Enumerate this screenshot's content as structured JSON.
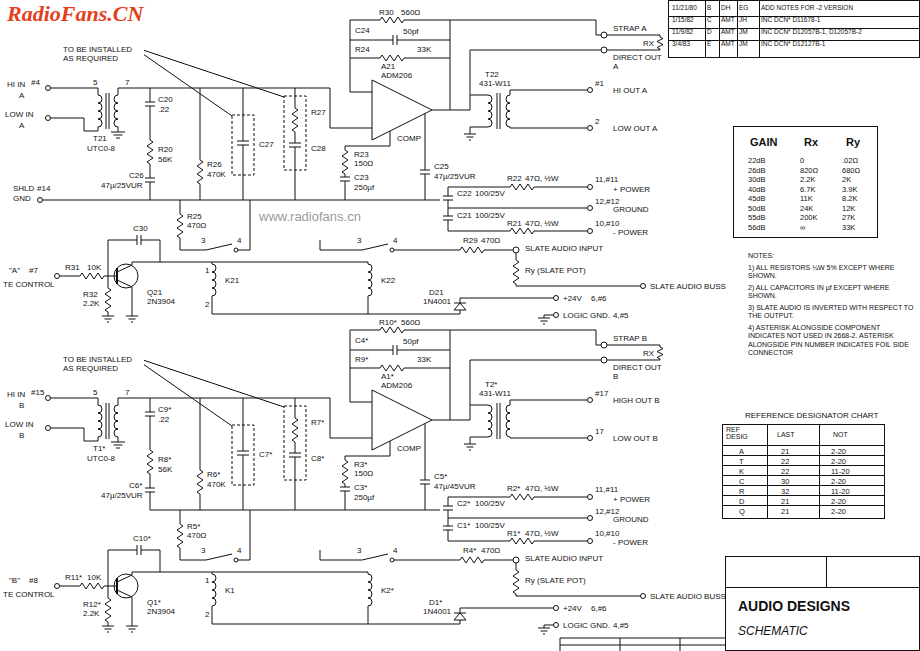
{
  "diagram": {
    "nodes": [
      {
        "text": [
          "11/21/80",
          "B",
          "DH",
          "EG",
          "ADD NOTES FOR -2 VERSION",
          "1/15/82",
          "C",
          "AMT",
          "JH",
          "INC DCN* D11678-1",
          "11/9/82",
          "D",
          "AMT",
          "JM",
          "INC DCN* D12057B-1, D12057B-2",
          "3/4/83",
          "E",
          "AMT",
          "JM",
          "INC DCN* D12127B-1"
        ]
      },
      {
        "text": [
          "GAIN",
          "Rx",
          "Ry",
          "22dB",
          "0",
          ".02Ω",
          "26dB",
          "820Ω",
          "680Ω",
          "30dB",
          "2.2K",
          "2K",
          "40dB",
          "6.7K",
          "3.9K",
          "45dB",
          "11K",
          "8.2K",
          "50dB",
          "24K",
          "12K",
          "55dB",
          "200K",
          "27K",
          "56dB",
          "∞",
          "33K"
        ]
      },
      {
        "text": [
          "REFERENCE DESIGNATOR CHART",
          "REF DESIG",
          "LAST",
          "NOT",
          "A",
          "21",
          "2-20",
          "T",
          "22",
          "2-20",
          "K",
          "22",
          "11-20",
          "C",
          "30",
          "2-20",
          "R",
          "32",
          "11-20",
          "D",
          "21",
          "2-20",
          "Q",
          "21",
          "2-20"
        ]
      },
      {
        "text": [
          "AUDIO DESIGNS",
          "SCHEMATIC"
        ]
      }
    ],
    "labels": [
      "RadioFans.CN",
      "www.radiofans.cn",
      "TO BE INSTALLED AS REQUIRED",
      "HI IN",
      "#4",
      "A",
      "LOW IN",
      "A",
      "5",
      "7",
      "T21",
      "UTC0-8",
      "C20",
      ".22",
      "R20",
      "56K",
      "C26",
      "47µ/25VUR",
      "R26",
      "470K",
      "C27",
      "R27",
      "C28",
      "R25",
      "470Ω",
      "R30",
      "560Ω",
      "C24",
      "50pf",
      "R24",
      "33K",
      "A21",
      "ADM206",
      "COMP",
      "R23",
      "150Ω",
      "C23",
      "250µf",
      "C25",
      "47µ/25VUR",
      "T22",
      "431-W11",
      "STRAP A",
      "RX",
      "DIRECT OUT A",
      "#1",
      "HI OUT A",
      "2",
      "LOW OUT A",
      "R22",
      "47Ω, ½W",
      "11,#11",
      "+ POWER",
      "C22",
      "100/25V",
      "12,#12",
      "GROUND",
      "C21",
      "100/25V",
      "R21",
      "47Ω, ½W",
      "10,#10",
      "- POWER",
      "3",
      "4",
      "3",
      "4",
      "1",
      "2",
      "K21",
      "K22",
      "R29",
      "470Ω",
      "SLATE AUDIO INPUT",
      "Ry (SLATE POT)",
      "+24V",
      "6,#6",
      "D21",
      "1N4001",
      "LOGIC GND.",
      "4,#5",
      "SLATE AUDIO BUSS",
      "\"A\"",
      "#7",
      "TE CONTROL",
      "R31",
      "10K",
      "C30",
      "R32",
      "2.2K",
      "Q21",
      "2N3904",
      "TO BE INSTALLED AS REQUIRED",
      "HI IN",
      "#15",
      "B",
      "LOW IN",
      "B",
      "5",
      "7",
      "T1*",
      "UTC0-8",
      "C9*",
      ".22",
      "R8*",
      "56K",
      "C6*",
      "47µ/25VUR",
      "R6*",
      "470K",
      "C7*",
      "R7*",
      "C8*",
      "R5*",
      "470Ω",
      "R10*",
      "560Ω",
      "C4*",
      "50pf",
      "R9*",
      "33K",
      "A1*",
      "ADM206",
      "COMP",
      "R3*",
      "150Ω",
      "C3*",
      "250µf",
      "C5*",
      "47µ/45VUR",
      "T2*",
      "431-W11",
      "STRAP B",
      "RX",
      "DIRECT OUT B",
      "#17",
      "HIGH OUT B",
      "17",
      "LOW OUT B",
      "R2*",
      "47Ω, ½W",
      "11,#11",
      "+ POWER",
      "C2*",
      "100/25V",
      "12,#12",
      "GROUND",
      "C1*",
      "100/25V",
      "R1*",
      "47Ω, ½W",
      "10,#10",
      "- POWER",
      "3",
      "4",
      "3",
      "4",
      "1",
      "2",
      "K1",
      "K2*",
      "R4*",
      "470Ω",
      "SLATE AUDIO INPUT",
      "Ry (SLATE POT)",
      "+24V",
      "6,#6",
      "D1*",
      "1N4001",
      "LOGIC GND.",
      "4,#5",
      "SLATE AUDIO BUSS",
      "\"B\"",
      "#8",
      "TE CONTROL",
      "R11*",
      "10K",
      "C10*",
      "R12*",
      "2.2K",
      "Q1*",
      "2N3904",
      "SHLD",
      "#14",
      "GND",
      "NOTES:",
      "1) ALL RESISTORS ¼W 5% EXCEPT WHERE SHOWN.",
      "2) ALL CAPACITORS IN µf EXCEPT WHERE SHOWN.",
      "3) SLATE AUDIO IS INVERTED WITH RESPECT TO THE OUTPUT.",
      "4) ASTERISK ALONGSIDE COMPONENT INDICATES NOT USED IN 2668-2. ASTERISK ALONGSIDE PIN NUMBER INDICATES FOIL SIDE CONNECTOR"
    ]
  }
}
